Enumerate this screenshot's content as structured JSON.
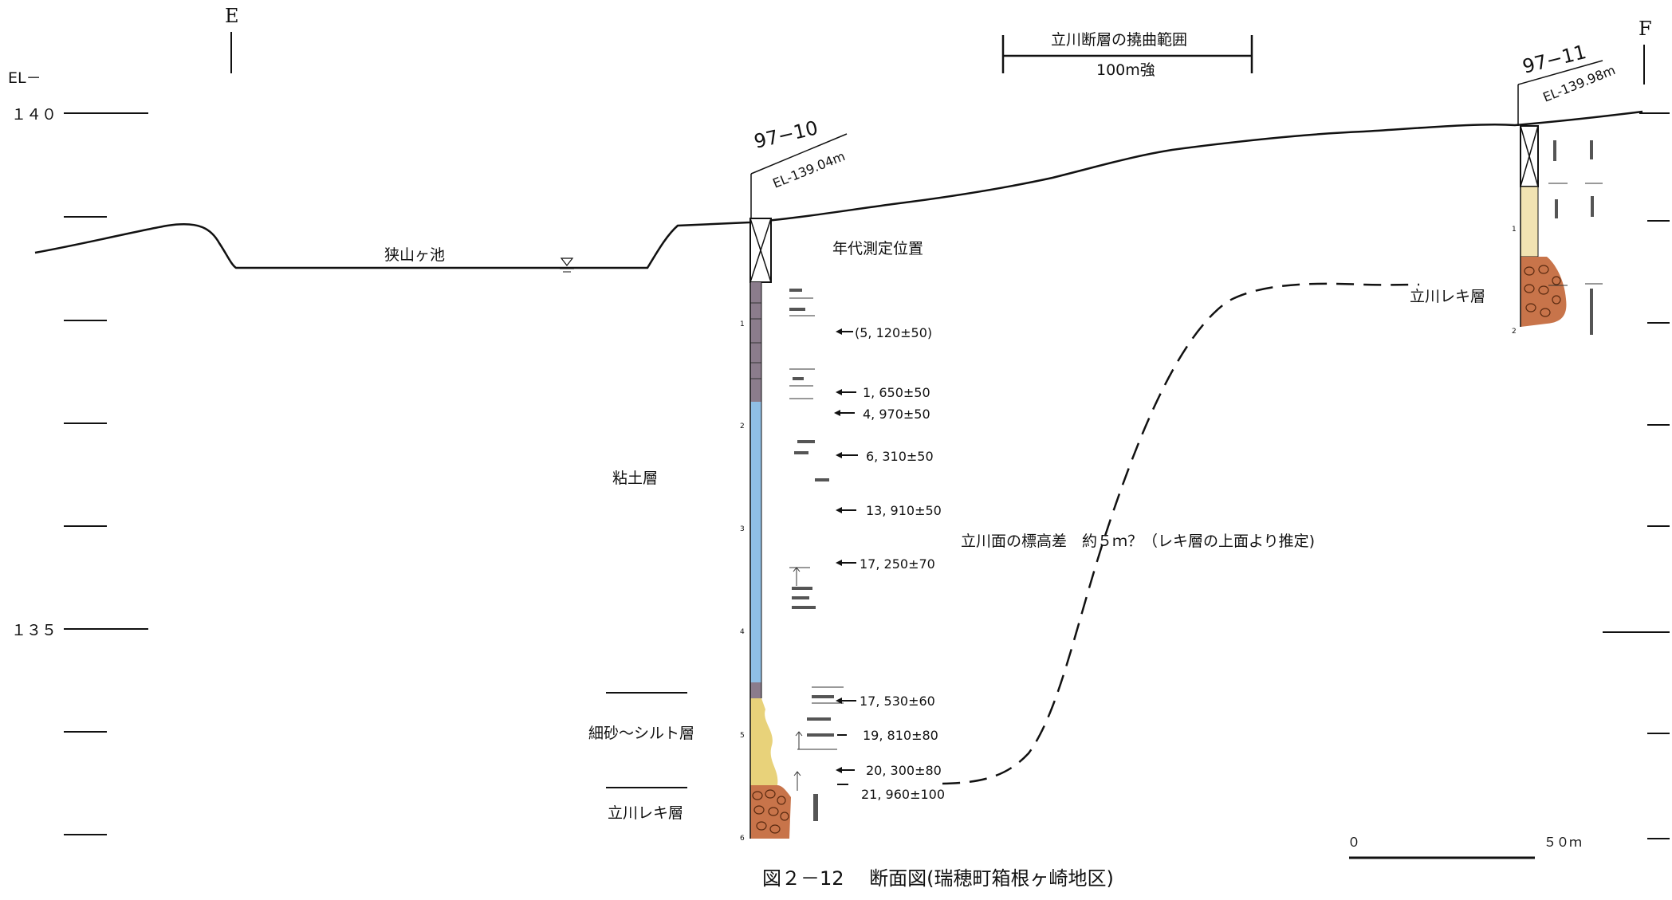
{
  "el_label": "EL－",
  "y_ticks": {
    "t140": "１４０",
    "t135": "１３５"
  },
  "section_ends": {
    "left": "E",
    "right": "F"
  },
  "fault_range": {
    "title": "立川断層の撓曲範囲",
    "width": "100m強"
  },
  "bore_left": {
    "id": "97−10",
    "elev": "EL-139.04m"
  },
  "bore_right": {
    "id": "97−11",
    "elev": "EL-139.98m"
  },
  "pond_label": "狭山ヶ池",
  "dating_heading": "年代測定位置",
  "dates": [
    "(5, 120±50)",
    "1, 650±50",
    "4, 970±50",
    "6, 310±50",
    "13, 910±50",
    "17, 250±70",
    "17, 530±60",
    "19, 810±80",
    "20, 300±80",
    "21, 960±100"
  ],
  "layers": {
    "clay": "粘土層",
    "silt": "細砂～シルト層",
    "gravel_left": "立川レキ層",
    "gravel_right": "立川レキ層"
  },
  "height_diff_note": "立川面の標高差　約５ｍ？（レキ層の上面より推定)",
  "depth_marks_left": [
    "1",
    "2",
    "3",
    "4",
    "5",
    "6"
  ],
  "depth_marks_right": [
    "1",
    "2"
  ],
  "scale_bar": {
    "start": "０",
    "end": "５０ｍ"
  },
  "caption": "図２－12　 断面図(瑞穂町箱根ヶ崎地区)",
  "colors": {
    "clay_blue": "#8fbfe6",
    "sand_yellow": "#e8d27a",
    "gravel_brown": "#c8744a",
    "loam_cream": "#f1e3b2",
    "peat_dark": "#7a6a7a"
  }
}
